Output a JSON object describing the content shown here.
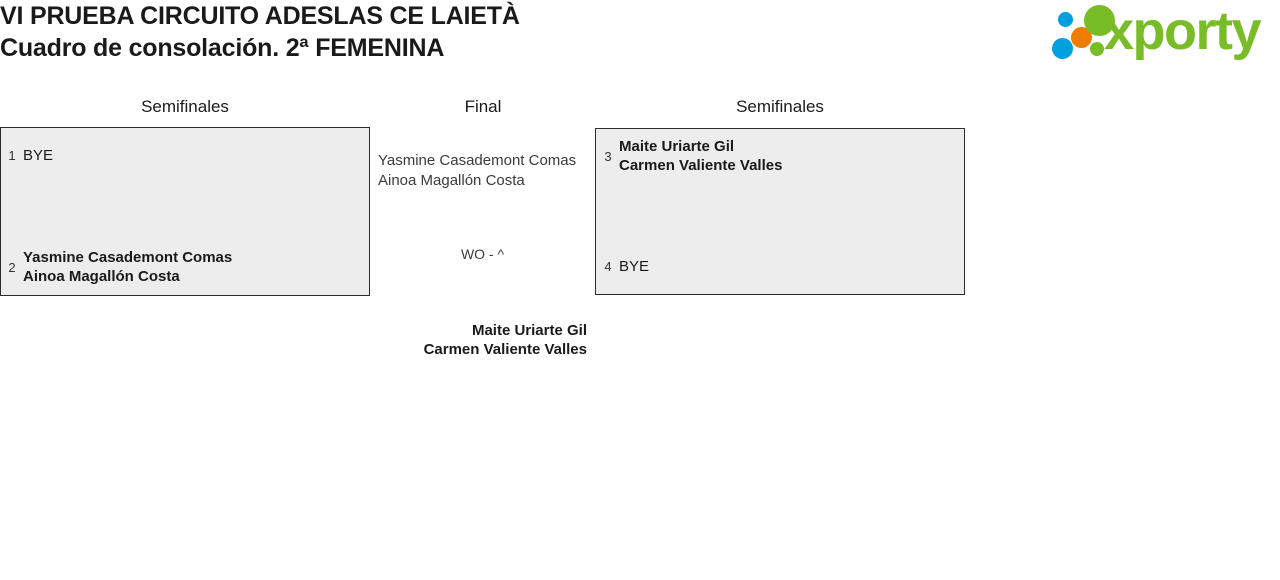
{
  "header": {
    "title_line1": "VI PRUEBA CIRCUITO ADESLAS CE LAIETÀ",
    "title_line2": "Cuadro de consolación. 2ª FEMENINA"
  },
  "logo": {
    "wordmark": "xporty",
    "colors": {
      "green": "#78bc27",
      "blue": "#00a0df",
      "orange": "#ef7d00"
    }
  },
  "bracket": {
    "rounds": [
      {
        "key": "semifinal_left",
        "label": "Semifinales"
      },
      {
        "key": "final",
        "label": "Final"
      },
      {
        "key": "semifinal_right",
        "label": "Semifinales"
      }
    ],
    "match_left": {
      "teams": [
        {
          "seed": "1",
          "players": [
            "BYE"
          ],
          "winner": false
        },
        {
          "seed": "2",
          "players": [
            "Yasmine Casademont Comas",
            "Ainoa Magallón Costa"
          ],
          "winner": true
        }
      ]
    },
    "match_right": {
      "teams": [
        {
          "seed": "3",
          "players": [
            "Maite Uriarte Gil",
            "Carmen Valiente Valles"
          ],
          "winner": true
        },
        {
          "seed": "4",
          "players": [
            "BYE"
          ],
          "winner": false
        }
      ]
    },
    "final": {
      "finalist": {
        "players": [
          "Yasmine Casademont Comas",
          "Ainoa Magallón Costa"
        ]
      },
      "score": "WO - ^",
      "champion": {
        "players": [
          "Maite Uriarte Gil",
          "Carmen Valiente Valles"
        ]
      }
    }
  },
  "colors": {
    "box_fill": "#ededed",
    "box_border": "#2b2b2b",
    "text": "#1a1a1a",
    "text_muted": "#3b3b3b"
  }
}
